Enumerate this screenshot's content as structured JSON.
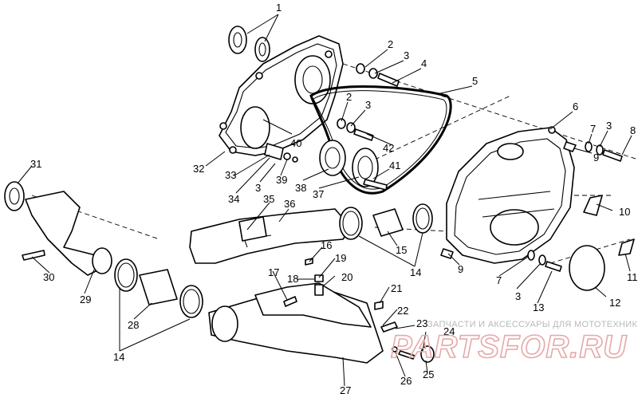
{
  "callouts": [
    "1",
    "2",
    "3",
    "4",
    "5",
    "2",
    "3",
    "6",
    "7",
    "3",
    "8",
    "9",
    "40",
    "42",
    "32",
    "33",
    "39",
    "41",
    "3",
    "38",
    "37",
    "34",
    "35",
    "36",
    "31",
    "10",
    "16",
    "19",
    "15",
    "14",
    "9",
    "30",
    "17",
    "18",
    "20",
    "29",
    "7",
    "3",
    "13",
    "11",
    "12",
    "21",
    "22",
    "28",
    "23",
    "24",
    "14",
    "26",
    "25",
    "27"
  ],
  "watermark": {
    "line1": "ЗАПЧАСТИ И АКСЕССУАРЫ ДЛЯ МОТОТЕХНИКИ",
    "line2": "PARTSFOR.RU"
  },
  "colors": {
    "ink": "#000000",
    "watermark_text": "#b9b9b9",
    "watermark_logo": "#e7a8a8"
  }
}
